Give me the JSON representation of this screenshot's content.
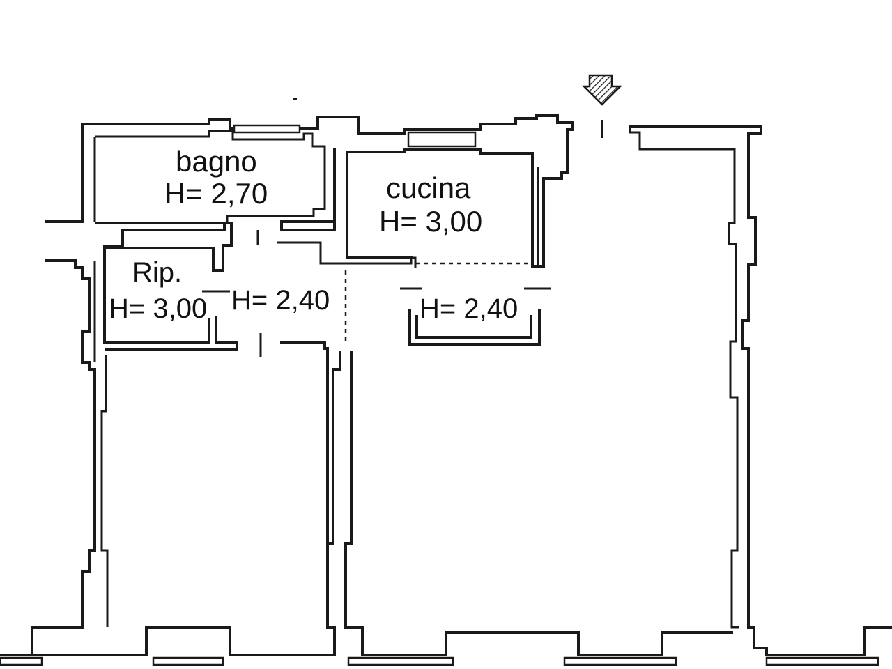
{
  "rooms": {
    "bagno": {
      "name": "bagno",
      "height": "H= 2,70"
    },
    "cucina": {
      "name": "cucina",
      "height": "H= 3,00"
    },
    "ripostiglio": {
      "name": "Rip.",
      "height": "H= 3,00"
    },
    "corridoio": {
      "height": "H= 2,40"
    },
    "ingresso": {
      "height": "H= 2,40"
    }
  },
  "entrance_marker": {
    "icon": "entrance-arrow-icon"
  }
}
